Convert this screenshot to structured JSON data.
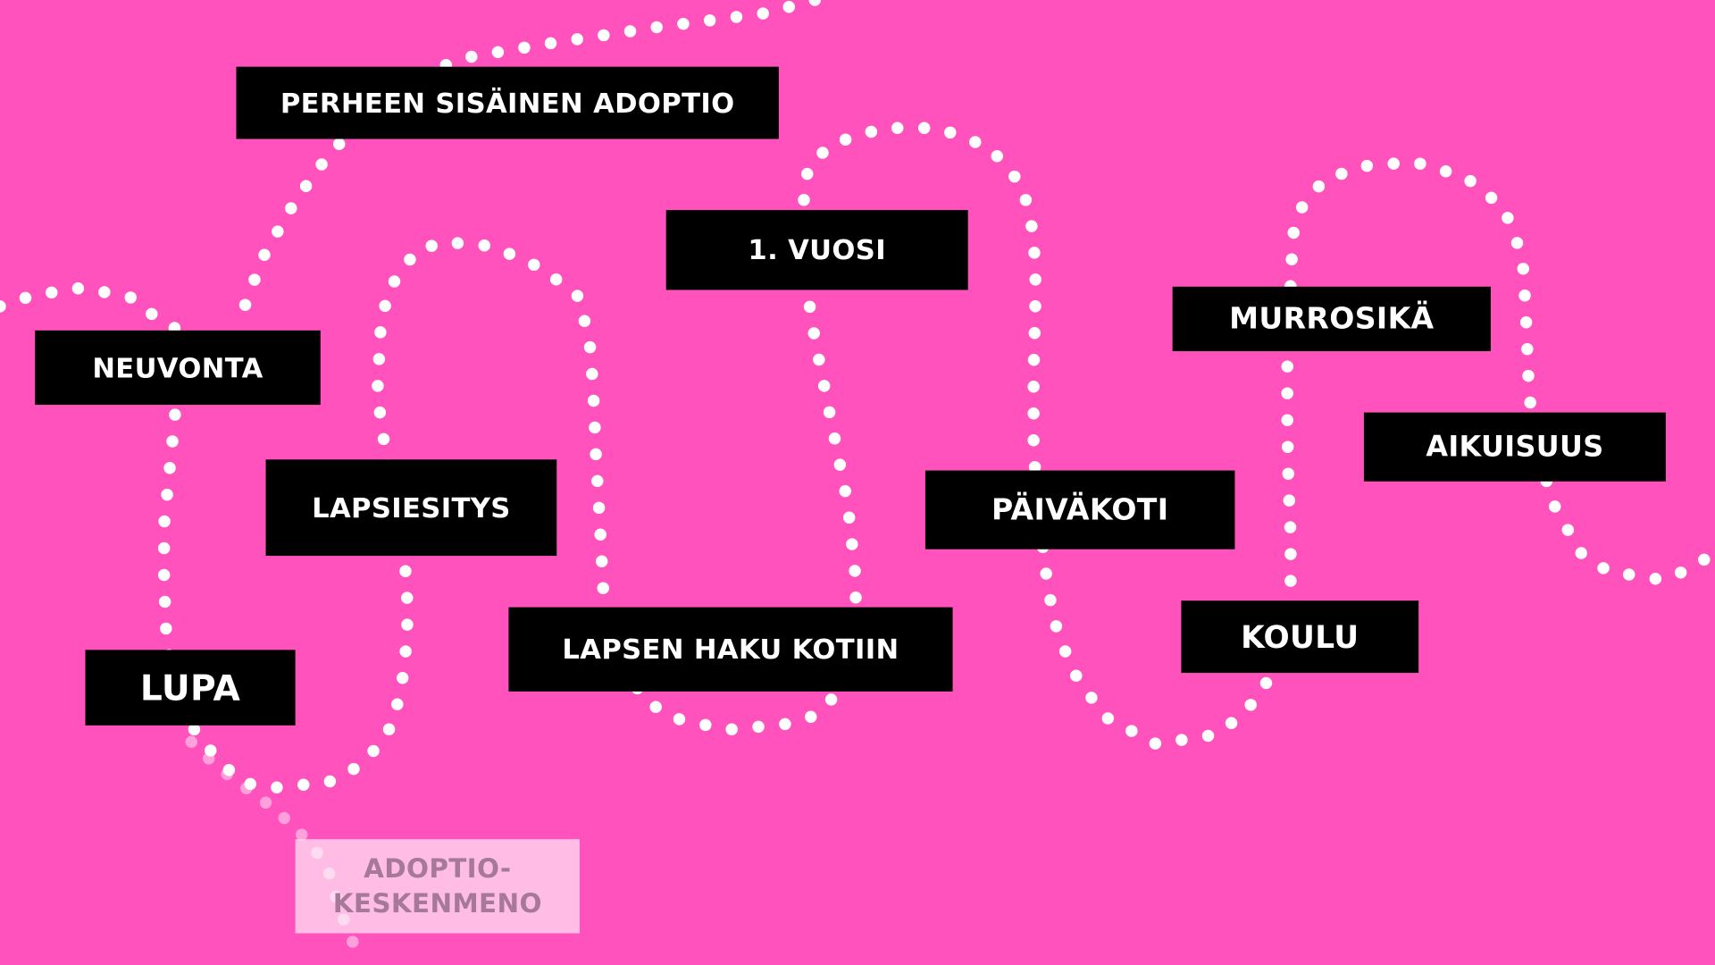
{
  "title": "Adoption journey path",
  "colors": {
    "background": "#ff52bd",
    "label_bg": "#000000",
    "label_text": "#ffffff",
    "dots": "#ffffff"
  },
  "stages": {
    "perheen": "PERHEEN SISÄINEN ADOPTIO",
    "neuvonta": "NEUVONTA",
    "lupa": "LUPA",
    "lapsiesitys": "LAPSIESITYS",
    "lapsen_haku": "LAPSEN HAKU KOTIIN",
    "vuosi": "1. VUOSI",
    "paivakoti": "PÄIVÄKOTI",
    "koulu": "KOULU",
    "murrosika": "MURROSIKÄ",
    "aikuisuus": "AIKUISUUS"
  },
  "branch": {
    "line1": "ADOPTIO-",
    "line2": "KESKENMENO"
  }
}
